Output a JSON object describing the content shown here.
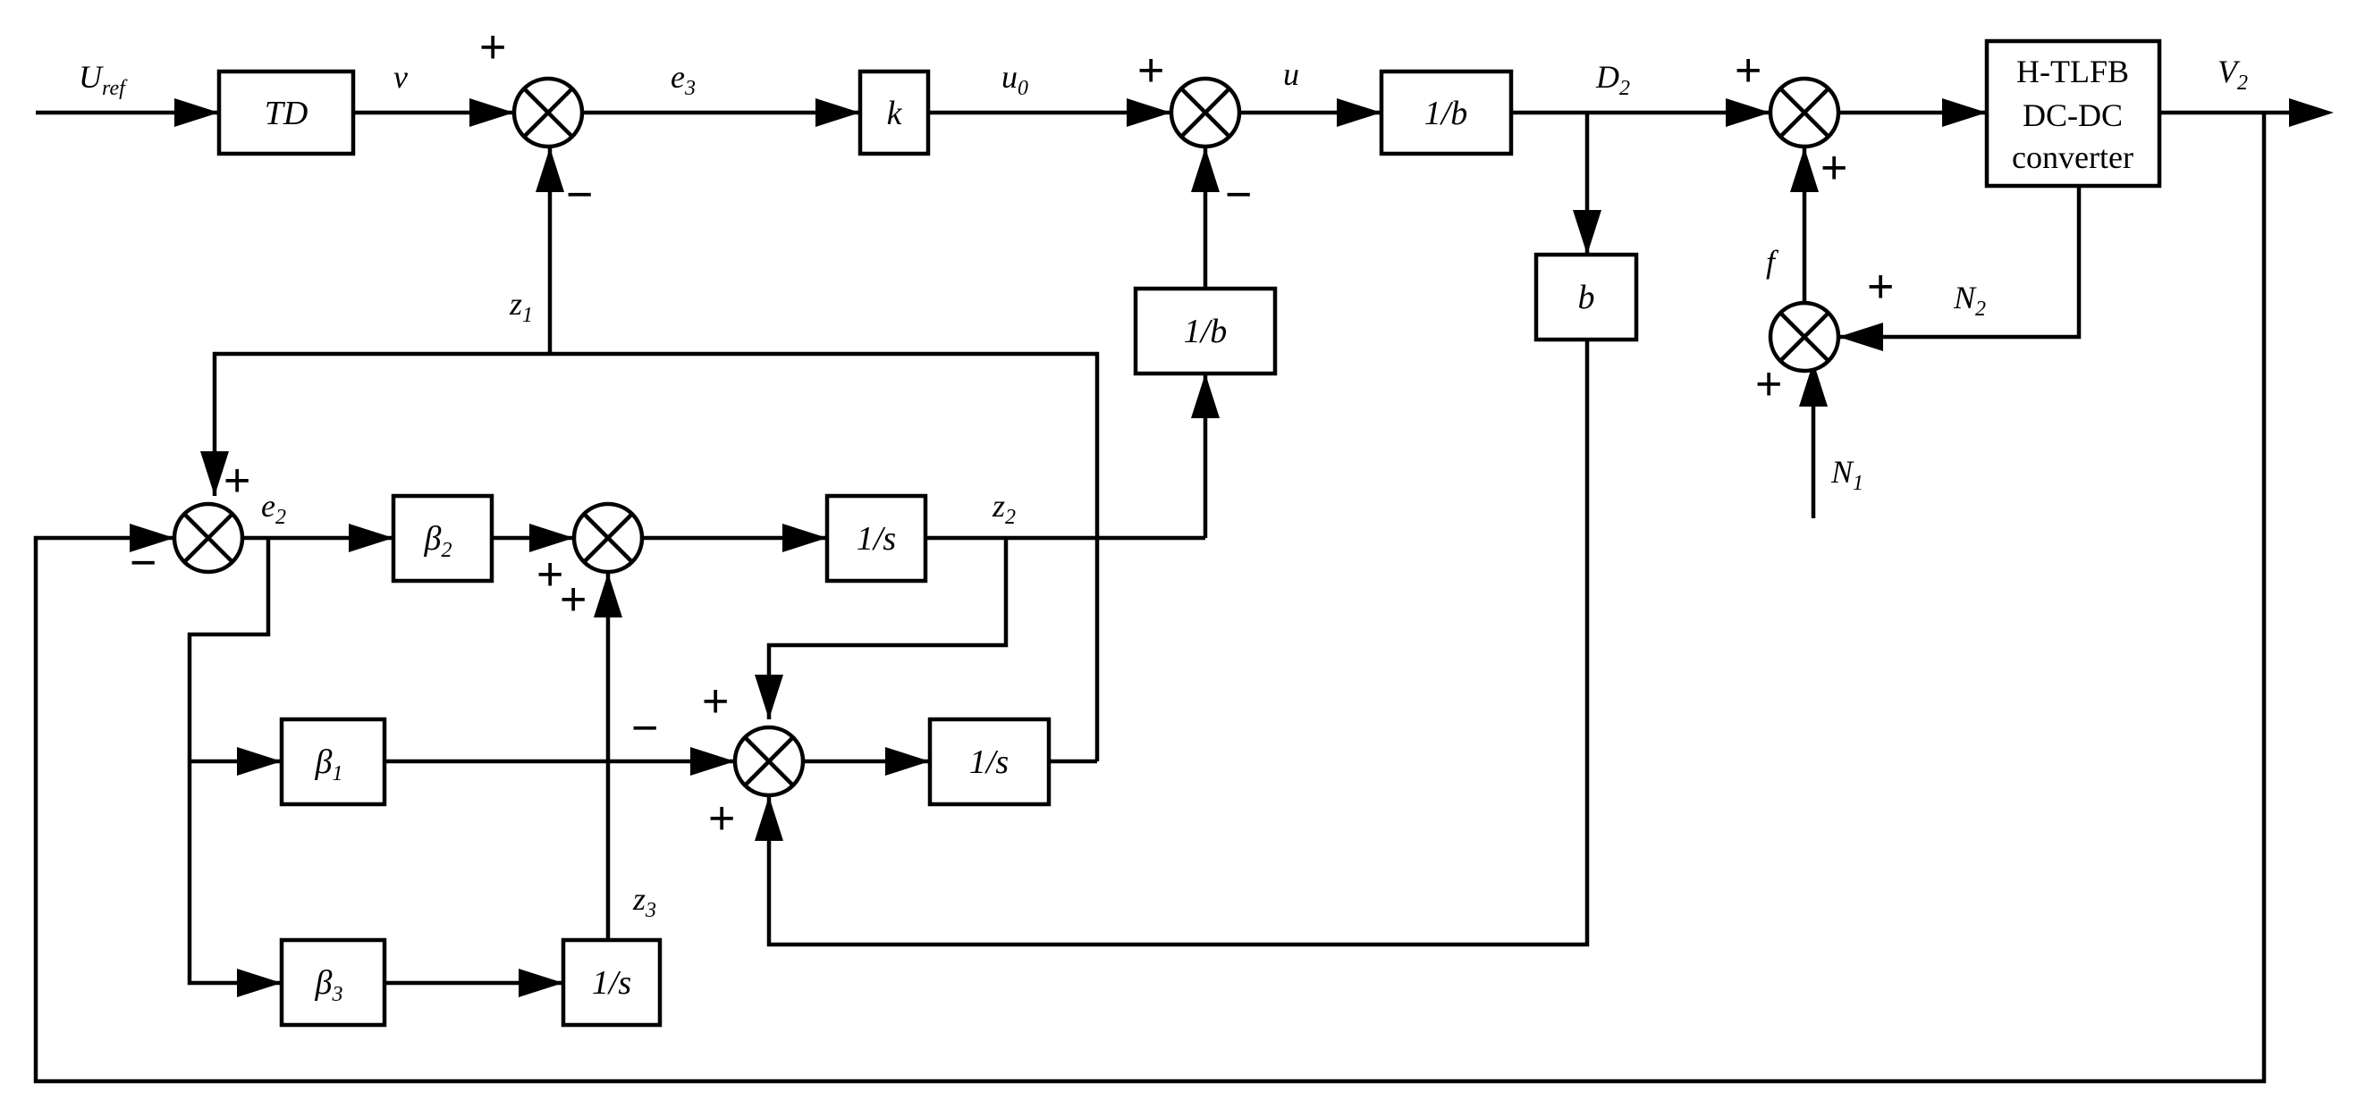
{
  "blocks": {
    "td": "TD",
    "k": "k",
    "inv_b_forward": "1/b",
    "inv_b_feedback": "1/b",
    "b": "b",
    "beta1": "β",
    "beta1_sub": "1",
    "beta2": "β",
    "beta2_sub": "2",
    "beta3": "β",
    "beta3_sub": "3",
    "integrator_z2": "1/s",
    "integrator_z1": "1/s",
    "integrator_z3": "1/s",
    "plant_line1": "H-TLFB",
    "plant_line2": "DC-DC",
    "plant_line3": "converter"
  },
  "signals": {
    "uref": "U",
    "uref_sub": "ref",
    "v": "v",
    "e3": "e",
    "e3_sub": "3",
    "u0": "u",
    "u0_sub": "0",
    "u": "u",
    "d2": "D",
    "d2_sub": "2",
    "v2": "V",
    "v2_sub": "2",
    "z1": "z",
    "z1_sub": "1",
    "e2": "e",
    "e2_sub": "2",
    "z2": "z",
    "z2_sub": "2",
    "z3": "z",
    "z3_sub": "3",
    "f": "f",
    "n1": "N",
    "n1_sub": "1",
    "n2": "N",
    "n2_sub": "2"
  },
  "signs": {
    "plus": "+",
    "minus": "−"
  }
}
